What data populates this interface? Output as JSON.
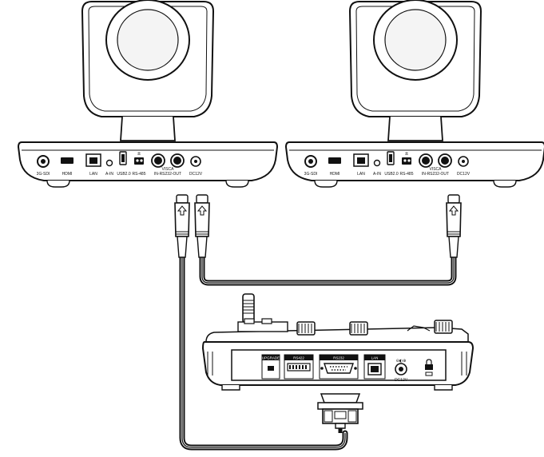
{
  "camera_labels": {
    "sdi": "3G-SDI",
    "hdmi": "HDMI",
    "lan": "LAN",
    "audio_in": "A-IN",
    "usb": "USB2.0",
    "rs485": "RS-485",
    "visca_top": "VISCA",
    "visca_bottom": "IN-RS232-OUT",
    "dc": "DC12V"
  },
  "controller_labels": {
    "upgrade": "UPGRADE",
    "rs422": "RS422",
    "rs232": "RS232",
    "lan": "LAN",
    "dc": "DC12V"
  }
}
